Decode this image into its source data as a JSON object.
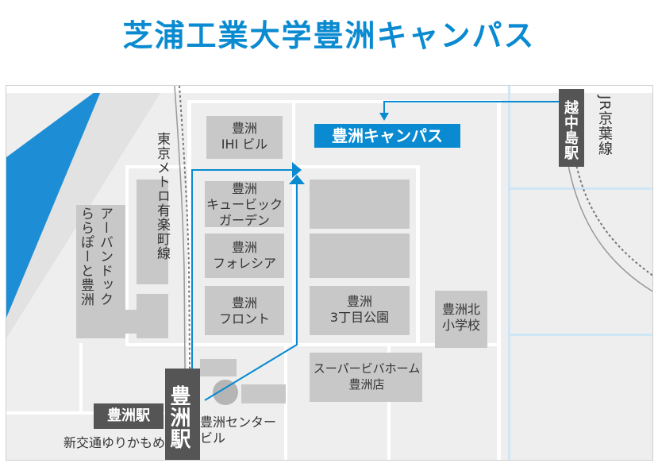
{
  "title": "芝浦工業大学豊洲キャンパス",
  "campus_label": "豊洲キャンパス",
  "colors": {
    "accent": "#0a8ad0",
    "building": "#c8c8c8",
    "station_box": "#555555",
    "road": "#ffffff",
    "water": "#1d8ed6"
  },
  "buildings": {
    "ihi": "豊洲\nIHI ビル",
    "cubic": "豊洲\nキュービック\nガーデン",
    "foresia": "豊洲\nフォレシア",
    "front": "豊洲\nフロント",
    "park": "豊洲\n3丁目公園",
    "school": "豊洲北\n小学校",
    "supermarket": "スーパービバホーム\n豊洲店",
    "center": "豊洲センター\nビル"
  },
  "labels": {
    "urban_dock": "アーバンドック",
    "lalaport": "ららぽーと豊洲",
    "metro_line": "東京メトロ有楽町線",
    "jr_line": "JR京葉線",
    "etchujima": "越中島駅",
    "toyosu_metro": "豊洲駅",
    "toyosu_yurikamome": "豊洲駅",
    "yurikamome": "新交通ゆりかもめ"
  }
}
